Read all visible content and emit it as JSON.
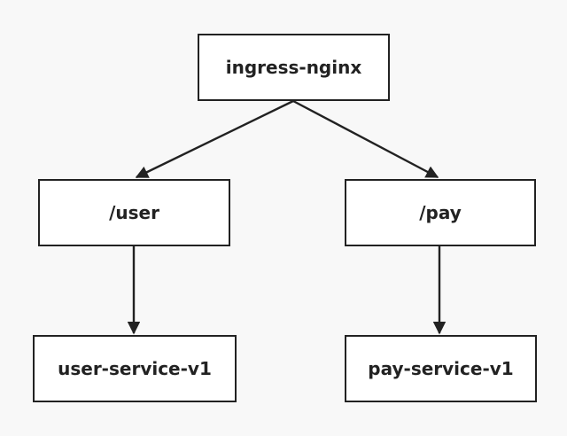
{
  "diagram": {
    "nodes": {
      "root": {
        "label": "ingress-nginx"
      },
      "user": {
        "label": "/user"
      },
      "pay": {
        "label": "/pay"
      },
      "user_service": {
        "label": "user-service-v1"
      },
      "pay_service": {
        "label": "pay-service-v1"
      }
    },
    "edges": [
      {
        "from": "ingress-nginx",
        "to": "/user"
      },
      {
        "from": "ingress-nginx",
        "to": "/pay"
      },
      {
        "from": "/user",
        "to": "user-service-v1"
      },
      {
        "from": "/pay",
        "to": "pay-service-v1"
      }
    ],
    "colors": {
      "background": "#f8f8f8",
      "box_fill": "#ffffff",
      "stroke": "#222222"
    }
  }
}
